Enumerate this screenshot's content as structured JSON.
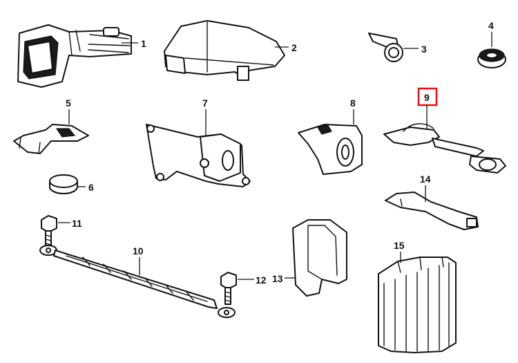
{
  "callouts": [
    "1",
    "2",
    "3",
    "4",
    "5",
    "6",
    "7",
    "8",
    "9",
    "10",
    "11",
    "12",
    "13",
    "14",
    "15"
  ],
  "highlighted_callout": "9",
  "colors": {
    "line": "#111111",
    "highlight": "#e0101a",
    "background": "#ffffff"
  }
}
